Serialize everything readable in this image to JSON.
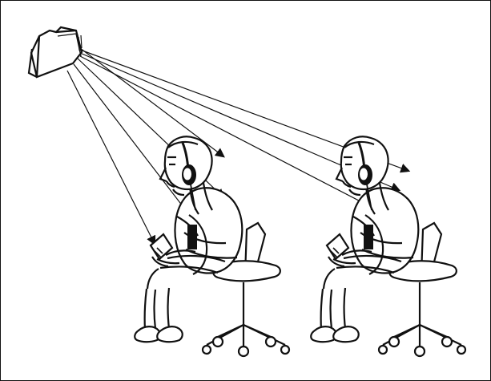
{
  "diagram": {
    "colors": {
      "stroke": "#111111",
      "fill": "#ffffff",
      "dark": "#111111"
    },
    "objects": [
      "projector-icon",
      "signal-rays",
      "seated-listener-with-headphones-left",
      "seated-listener-with-headphones-right"
    ]
  }
}
